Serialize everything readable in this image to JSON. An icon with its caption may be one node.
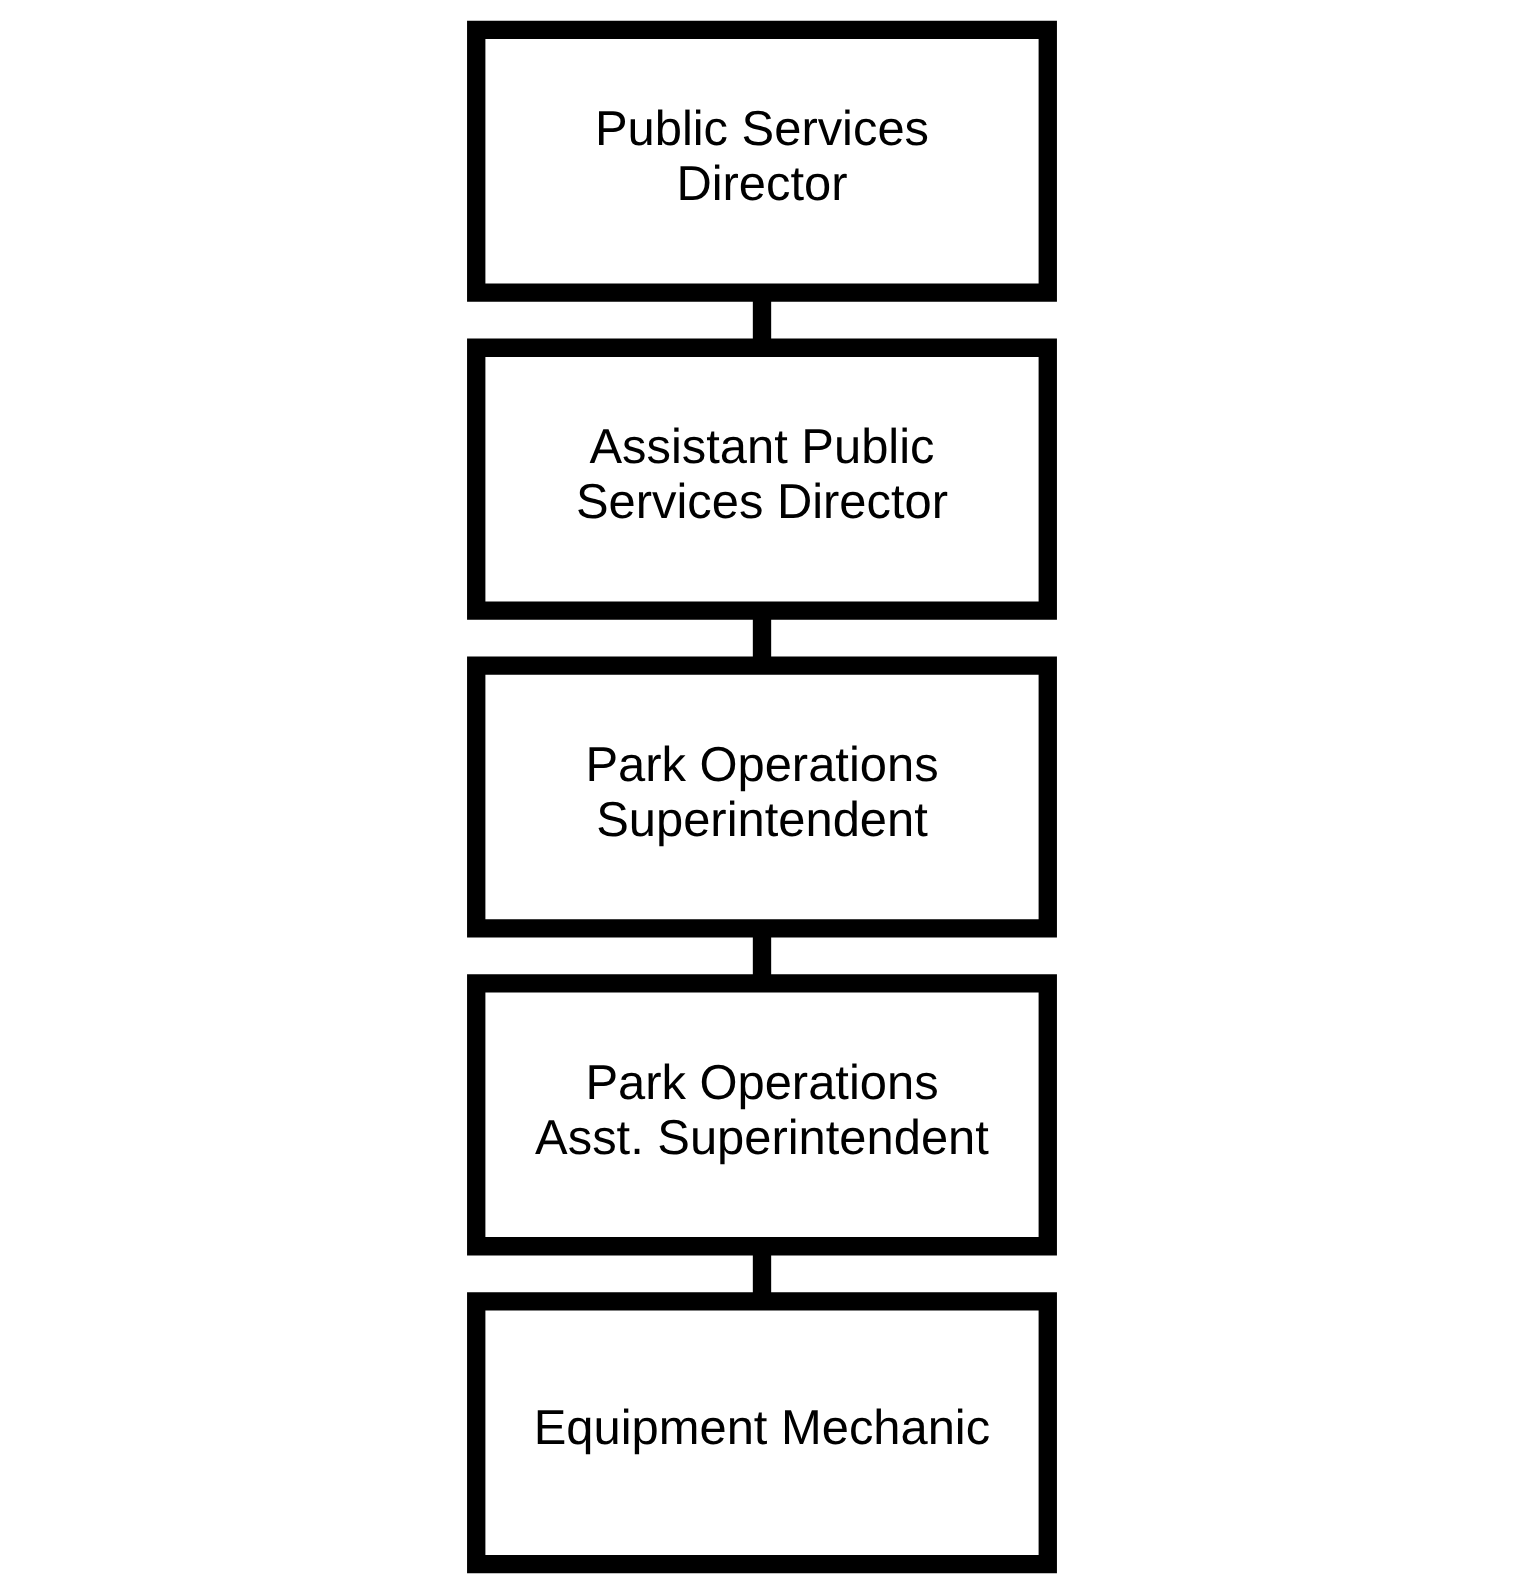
{
  "diagram": {
    "nodes": [
      {
        "text": [
          "Public Services Director"
        ]
      },
      {
        "text": [
          "Assistant Public Services Director"
        ]
      },
      {
        "text": [
          "Park Operations Superintendent"
        ]
      },
      {
        "text": [
          "Park Operations Asst. Superintendent"
        ]
      },
      {
        "text": [
          "Equipment Mechanic"
        ]
      }
    ],
    "edges": [
      {
        "from": 0,
        "to": 1,
        "arrow": "none"
      },
      {
        "from": 1,
        "to": 2,
        "arrow": "none"
      },
      {
        "from": 2,
        "to": 3,
        "arrow": "none"
      },
      {
        "from": 3,
        "to": 4,
        "arrow": "none"
      }
    ]
  }
}
